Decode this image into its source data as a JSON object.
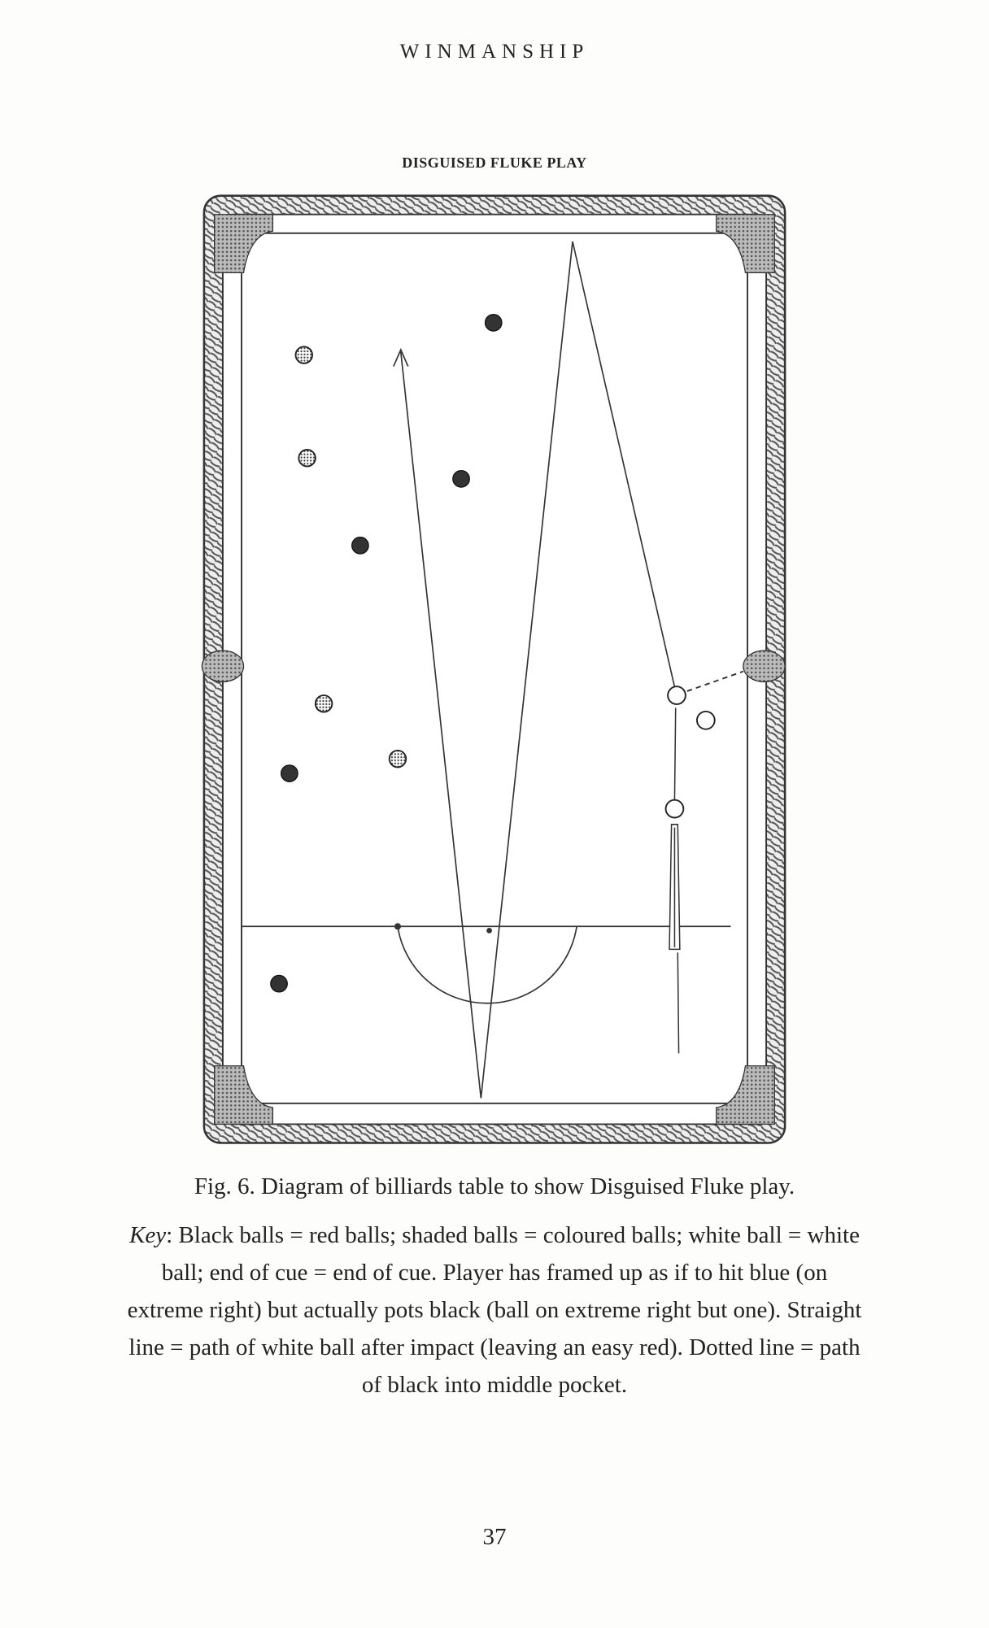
{
  "running_head": "WINMANSHIP",
  "figure_title": "DISGUISED FLUKE PLAY",
  "caption": {
    "line1": "Fig. 6. Diagram of billiards table to show Disguised Fluke play.",
    "key_label": "Key",
    "key_text": ": Black balls = red balls; shaded balls = coloured balls; white ball = white ball; end of cue = end of cue. Player has framed up as if to hit blue (on extreme right) but actually pots black (ball on extreme right but one). Straight line = path of white ball after impact (leaving an easy red). Dotted line = path of black into middle pocket."
  },
  "page_number": "37"
}
